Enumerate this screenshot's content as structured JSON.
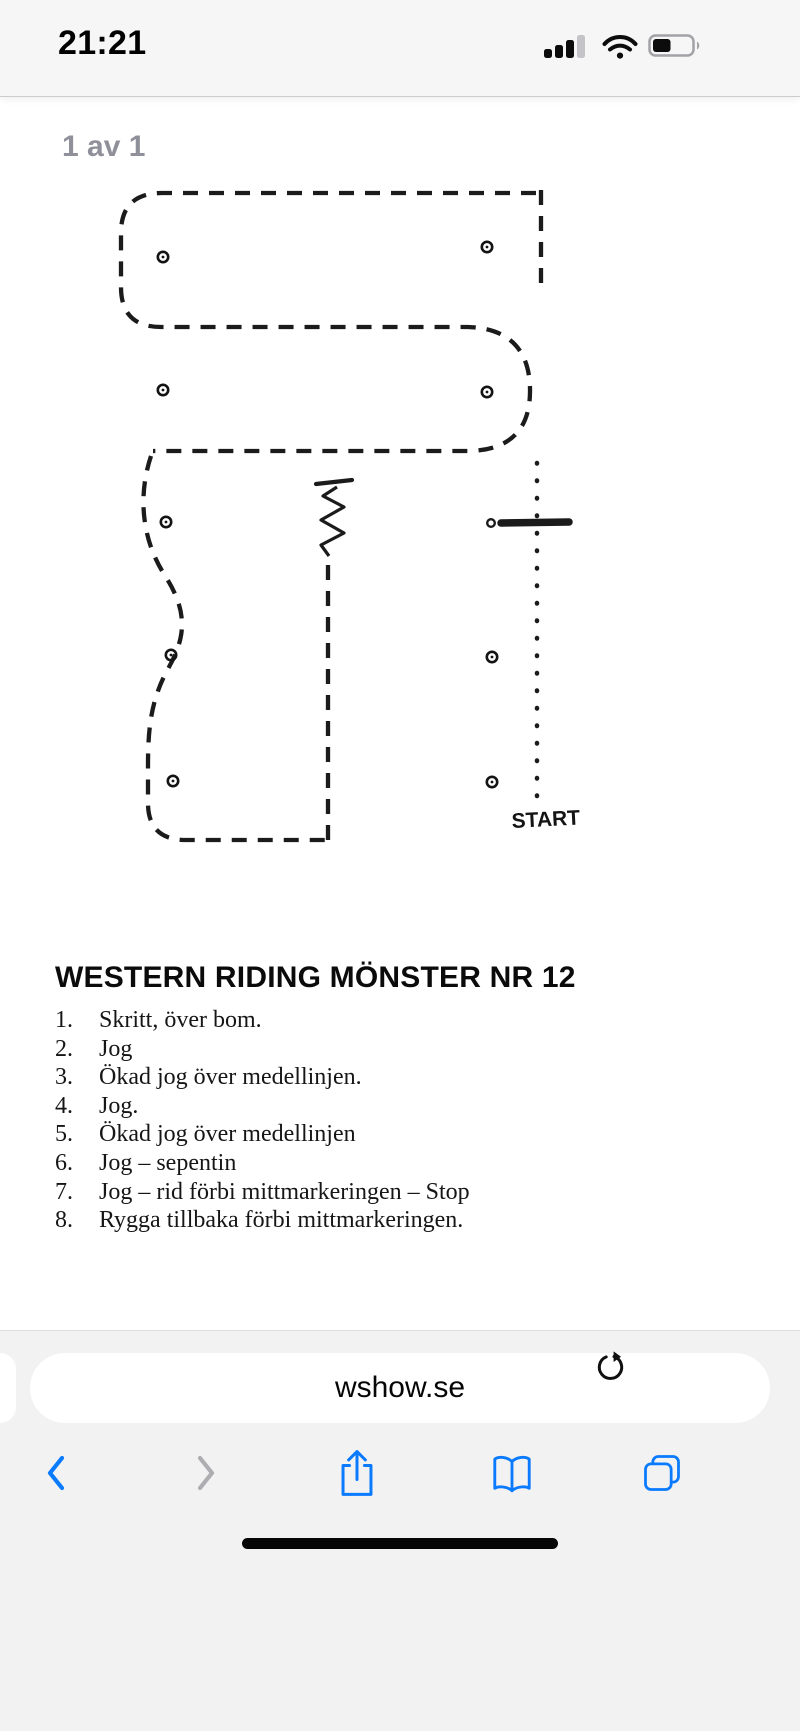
{
  "status_bar": {
    "time": "21:21",
    "battery_percent_visual": 45,
    "cellular_bars_filled": 3
  },
  "viewer": {
    "page_indicator": "1 av 1"
  },
  "diagram": {
    "start_label": "START"
  },
  "pattern": {
    "title": "WESTERN RIDING MÖNSTER NR 12",
    "steps": [
      {
        "num": "1.",
        "text": "Skritt, över bom."
      },
      {
        "num": "2.",
        "text": "Jog"
      },
      {
        "num": "3.",
        "text": "Ökad jog över medellinjen."
      },
      {
        "num": "4.",
        "text": "Jog."
      },
      {
        "num": "5.",
        "text": "Ökad jog över medellinjen"
      },
      {
        "num": "6.",
        "text": "Jog – sepentin"
      },
      {
        "num": "7.",
        "text": "Jog – rid förbi mittmarkeringen – Stop"
      },
      {
        "num": "8.",
        "text": "Rygga tillbaka förbi mittmarkeringen."
      }
    ]
  },
  "browser": {
    "address": "wshow.se",
    "toolbar_icons": [
      "back",
      "forward",
      "share",
      "bookmarks",
      "tabs"
    ],
    "address_icon": "reload"
  },
  "colors": {
    "accent_blue": "#0a7aff",
    "disabled_gray": "#aeaeb2",
    "muted_gray": "#90909a",
    "chrome_gray": "#f2f2f2",
    "ink": "#161616"
  }
}
